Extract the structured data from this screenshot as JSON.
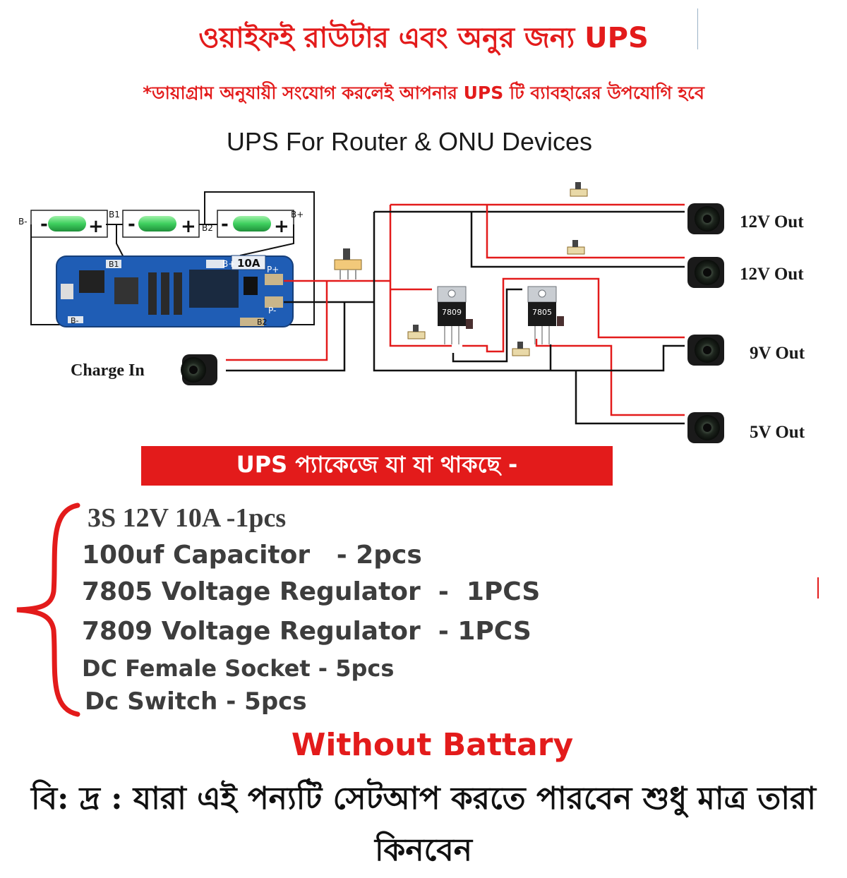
{
  "header": {
    "title": "ওয়াইফই রাউটার এবং অনুর জন্য UPS",
    "subtitle": "*ডায়াগ্রাম অনুযায়ী সংযোগ করলেই আপনার UPS টি ব্যাবহারের উপযোগি হবে"
  },
  "diagram": {
    "title": "UPS For Router & ONU Devices",
    "bms": {
      "label": "10A",
      "pins": {
        "p_plus": "P+",
        "p_minus": "P-",
        "b_plus": "B+",
        "b_minus": "B-",
        "b1": "B1",
        "b2": "B2"
      }
    },
    "battery_terminals": {
      "b_minus": "B-",
      "b1": "B1",
      "b2": "B2",
      "b_plus": "B+"
    },
    "charge_in": "Charge In",
    "regulators": [
      {
        "label": "7809"
      },
      {
        "label": "7805"
      }
    ],
    "outputs": [
      "12V Out",
      "12V Out",
      "9V Out",
      "5V Out"
    ],
    "colors": {
      "positive_wire": "#e31b1b",
      "negative_wire": "#111111",
      "pcb": "#1f5db5",
      "cell": "#3ecf5e"
    }
  },
  "package": {
    "heading": "UPS প্যাকেজে যা যা থাকছে -",
    "items": [
      "3S 12V 10A -1pcs",
      "100uf Capacitor   - 2pcs",
      "7805 Voltage Regulator  -  1PCS",
      "7809 Voltage Regulator  - 1PCS",
      "DC Female Socket - 5pcs",
      "Dc Switch - 5pcs"
    ]
  },
  "footer": {
    "without_battery": "Without Battary",
    "note": "বি: দ্র : যারা এই পন্যটি সেটআপ করতে পারবেন শুধু মাত্র তারা কিনবেন"
  }
}
